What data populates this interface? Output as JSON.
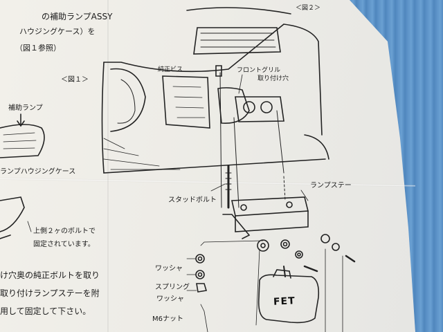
{
  "labels": {
    "header_line1": "の補助ランプASSY",
    "header_line2": "ハウジングケース）を",
    "header_line3": "（図１参照）",
    "fig2": "＜図２＞",
    "fig1": "＜図１＞",
    "hojo_lamp": "補助ランプ",
    "jun_bis": "純正ビス",
    "front_grille": "フロントグリル",
    "mount_hole": "取り付け穴",
    "lamp_housing_case": "ランプハウジングケース",
    "lamp_stay": "ランプステー",
    "stud_bolt": "スタッドボルト",
    "fixed_line1": "上側２ヶのボルトで",
    "fixed_line2": "固定されています。",
    "washer": "ワッシャ",
    "spring_washer_1": "スプリング",
    "spring_washer_2": "ワッシャ",
    "m6_nut": "M6ナット",
    "body_line1": "け穴奥の純正ボルトを取り",
    "body_line2": "取り付けランプステーを附",
    "body_line3": "用して固定して下さい。",
    "fet_logo": "FET"
  },
  "colors": {
    "background": "#5f95c9",
    "paper": "#eeede8",
    "ink": "#1a1a1a"
  }
}
